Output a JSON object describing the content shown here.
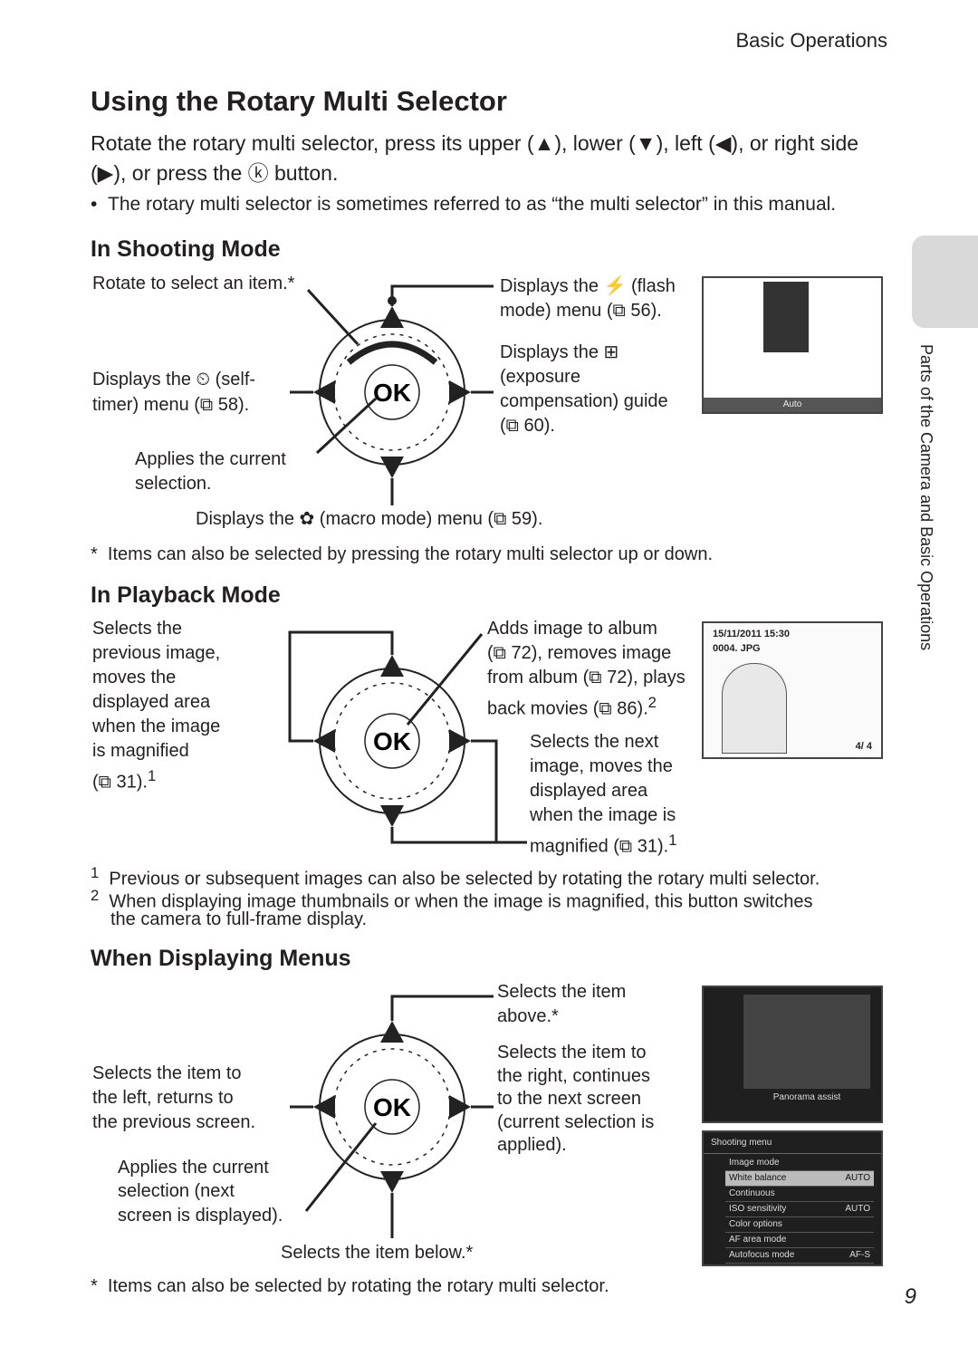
{
  "header": {
    "section": "Basic Operations"
  },
  "title": "Using the Rotary Multi Selector",
  "intro": "Rotate the rotary multi selector, press its upper (▲), lower (▼), left (◀), or right side (▶), or press the ⓚ button.",
  "bullet": "The rotary multi selector is sometimes referred to as “the multi selector” in this manual.",
  "shooting": {
    "heading": "In Shooting Mode",
    "rotate": "Rotate to select an item.*",
    "flash_1": "Displays the ⚡ (flash",
    "flash_2": "mode) menu (⧉ 56).",
    "exp_1": "Displays the ⊞",
    "exp_2": "(exposure",
    "exp_3": "compensation) guide",
    "exp_4": "(⧉ 60).",
    "self_1": "Displays the ⏲ (self-",
    "self_2": "timer) menu (⧉ 58).",
    "apply_1": "Applies the current",
    "apply_2": "selection.",
    "macro": "Displays the ✿ (macro mode) menu (⧉ 59).",
    "footnote": "Items can also be selected by pressing the rotary multi selector up or down.",
    "screen_label": "Auto"
  },
  "playback": {
    "heading": "In Playback Mode",
    "left": [
      "Selects the",
      "previous image,",
      "moves the",
      "displayed area",
      "when the image",
      "is magnified",
      "(⧉ 31)."
    ],
    "left_sup": "1",
    "up": [
      "Adds image to album",
      "(⧉ 72), removes image",
      "from album (⧉ 72), plays",
      "back movies (⧉ 86)."
    ],
    "up_sup": "2",
    "right": [
      "Selects the next",
      "image, moves the",
      "displayed area",
      "when the image is",
      "magnified (⧉ 31)."
    ],
    "right_sup": "1",
    "screen_date": "15/11/2011 15:30",
    "screen_file": "0004. JPG",
    "screen_count": "4/ 4",
    "note1": "Previous or subsequent images can also be selected by rotating the rotary multi selector.",
    "note2_a": "When displaying image thumbnails or when the image is magnified, this button switches",
    "note2_b": "the camera to full-frame display."
  },
  "menus": {
    "heading": "When Displaying Menus",
    "above_1": "Selects the item",
    "above_2": "above.*",
    "right_1": "Selects the item to",
    "right_2": "the right, continues",
    "right_3": "to the next screen",
    "right_4": "(current selection is",
    "right_5": "applied).",
    "left_1": "Selects the item to",
    "left_2": "the left, returns to",
    "left_3": "the previous screen.",
    "apply_1": "Applies the current",
    "apply_2": "selection (next",
    "apply_3": "screen is displayed).",
    "below": "Selects the item below.*",
    "footnote": "Items can also be selected by rotating the rotary multi selector.",
    "scene_label": "Panorama assist",
    "shoot_menu_title": "Shooting menu",
    "shoot_items": [
      "Image mode",
      "White balance",
      "Continuous",
      "ISO sensitivity",
      "Color options",
      "AF area mode",
      "Autofocus mode"
    ],
    "shoot_values": [
      "",
      "AUTO",
      "",
      "AUTO",
      "",
      "",
      "AF-S"
    ]
  },
  "side_tab": "Parts of the Camera and Basic Operations",
  "page_number": "9",
  "footnote_marks": {
    "star": "*",
    "one": "1",
    "two": "2"
  }
}
